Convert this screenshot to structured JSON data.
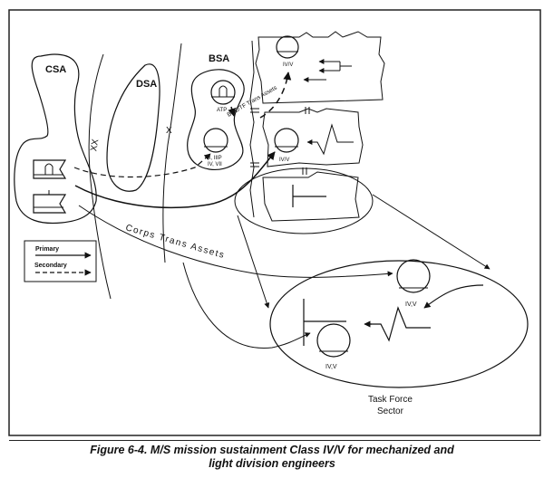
{
  "figure": {
    "caption_line1": "Figure 6-4.  M/S mission sustainment Class IV/V for mechanized and",
    "caption_line2": "light division engineers"
  },
  "areas": {
    "csa": "CSA",
    "dsa": "DSA",
    "bsa": "BSA",
    "task_force": [
      "Task Force",
      "Sector"
    ]
  },
  "nodes": {
    "atp": "ATP",
    "bsa_class_line1": "II, IIIP",
    "bsa_class_line2": "IV, VII",
    "class_ivv_top": "IV/V",
    "class_ivv_mid": "IV/V",
    "class_ivv_tf_right": "IV,V",
    "class_ivv_tf_left": "IV,V"
  },
  "route_labels": {
    "corps": "Corps Trans Assets",
    "bde": "BDE/TF Trans Assets"
  },
  "boundaries": {
    "division": "XX",
    "brigade": "X"
  },
  "legend": {
    "primary": "Primary",
    "secondary": "Secondary"
  },
  "colors": {
    "ink": "#111111",
    "paper": "#ffffff"
  }
}
